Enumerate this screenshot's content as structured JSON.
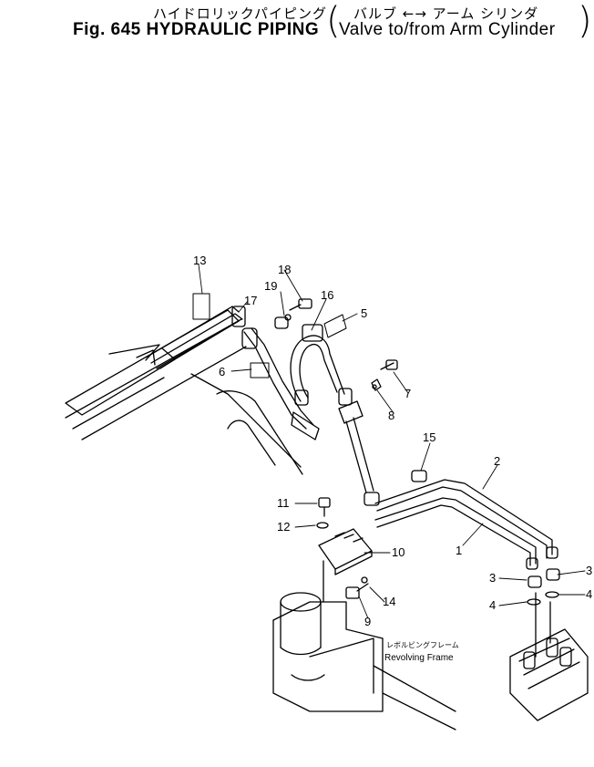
{
  "title": {
    "jp_main": "ハイドロリックパイピング",
    "jp_sub": "バルブ ←→ アーム シリンダ",
    "en_main": "Fig. 645 HYDRAULIC PIPING",
    "en_sub": "Valve to/from Arm Cylinder"
  },
  "callouts": [
    "1",
    "2",
    "3",
    "3",
    "4",
    "4",
    "5",
    "6",
    "7",
    "8",
    "9",
    "10",
    "11",
    "12",
    "13",
    "14",
    "15",
    "16",
    "17",
    "18",
    "19"
  ],
  "frame_label": {
    "jp": "レボルビングフレーム",
    "en": "Revolving Frame"
  }
}
